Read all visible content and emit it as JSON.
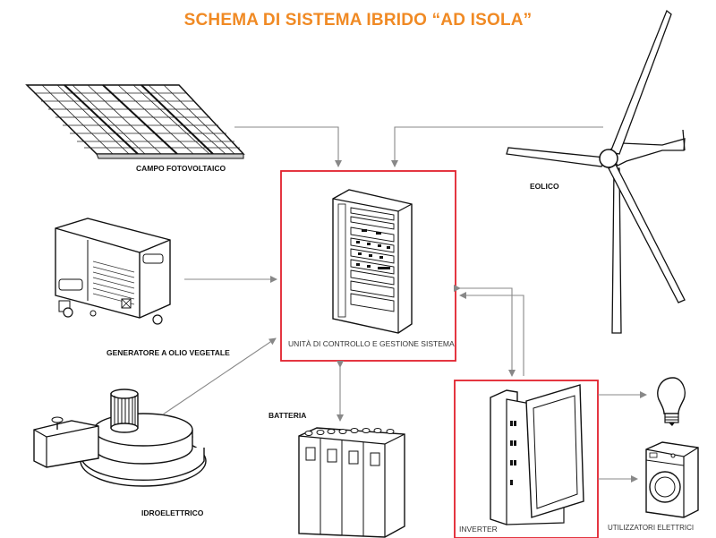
{
  "title": "SCHEMA DI SISTEMA IBRIDO “AD ISOLA”",
  "nodes": {
    "pv": "CAMPO FOTOVOLTAICO",
    "wind": "EOLICO",
    "generator": "GENERATORE A OLIO VEGETALE",
    "control": "UNITÀ DI CONTROLLO E GESTIONE SISTEMA",
    "battery": "BATTERIA",
    "hydro": "IDROELETTRICO",
    "inverter": "INVERTER",
    "loads": "UTILIZZATORI ELETTRICI"
  },
  "colors": {
    "title": "#f08a24",
    "highlight_box": "#e2202c",
    "arrow": "#888888"
  }
}
